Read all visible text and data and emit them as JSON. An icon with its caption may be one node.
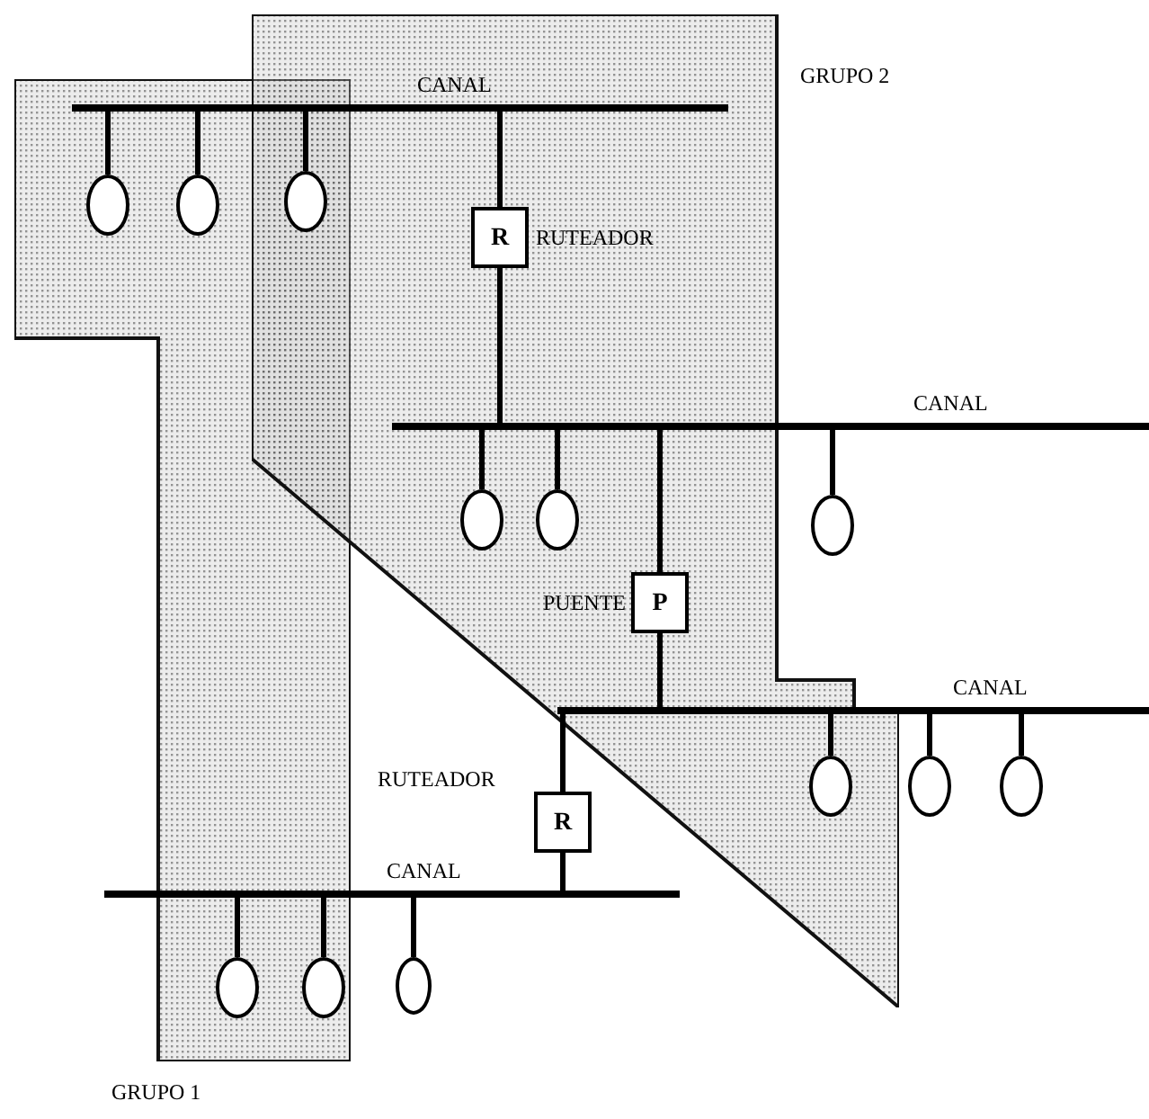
{
  "diagram": {
    "nodes": [
      {
        "text": [
          "GRUPO 1"
        ]
      },
      {
        "text": [
          "GRUPO 2"
        ]
      },
      {
        "text": [
          "CANAL"
        ]
      },
      {
        "text": [],
        "shape": "circle",
        "in": 0
      },
      {
        "text": [],
        "shape": "circle",
        "in": 0
      },
      {
        "text": [],
        "shape": "circle"
      },
      {
        "text": [
          "R"
        ],
        "beside": [
          "RUTEADOR"
        ],
        "in": 1
      },
      {
        "text": [
          "CANAL"
        ]
      },
      {
        "text": [],
        "shape": "circle",
        "in": 1
      },
      {
        "text": [],
        "shape": "circle",
        "in": 1
      },
      {
        "text": [],
        "shape": "circle"
      },
      {
        "text": [
          "P"
        ],
        "beside": [
          "PUENTE"
        ],
        "in": 1
      },
      {
        "text": [
          "CANAL"
        ]
      },
      {
        "text": [],
        "shape": "circle",
        "in": 1
      },
      {
        "text": [],
        "shape": "circle"
      },
      {
        "text": [],
        "shape": "circle"
      },
      {
        "text": [
          "R"
        ],
        "beside": [
          "RUTEADOR"
        ]
      },
      {
        "text": [
          "CANAL"
        ]
      },
      {
        "text": [],
        "shape": "circle",
        "in": 0
      },
      {
        "text": [],
        "shape": "circle",
        "in": 0
      },
      {
        "text": [],
        "shape": "circle"
      }
    ],
    "edges": [
      {
        "from": 2,
        "to": 3,
        "arrow": "none"
      },
      {
        "from": 2,
        "to": 4,
        "arrow": "none"
      },
      {
        "from": 2,
        "to": 5,
        "arrow": "none"
      },
      {
        "from": 2,
        "to": 6,
        "arrow": "none"
      },
      {
        "from": 6,
        "to": 7,
        "arrow": "none"
      },
      {
        "from": 7,
        "to": 8,
        "arrow": "none"
      },
      {
        "from": 7,
        "to": 9,
        "arrow": "none"
      },
      {
        "from": 7,
        "to": 10,
        "arrow": "none"
      },
      {
        "from": 7,
        "to": 11,
        "arrow": "none"
      },
      {
        "from": 11,
        "to": 12,
        "arrow": "none"
      },
      {
        "from": 12,
        "to": 13,
        "arrow": "none"
      },
      {
        "from": 12,
        "to": 14,
        "arrow": "none"
      },
      {
        "from": 12,
        "to": 15,
        "arrow": "none"
      },
      {
        "from": 12,
        "to": 16,
        "arrow": "none"
      },
      {
        "from": 16,
        "to": 17,
        "arrow": "none"
      },
      {
        "from": 17,
        "to": 18,
        "arrow": "none"
      },
      {
        "from": 17,
        "to": 19,
        "arrow": "none"
      },
      {
        "from": 17,
        "to": 20,
        "arrow": "none"
      }
    ]
  }
}
